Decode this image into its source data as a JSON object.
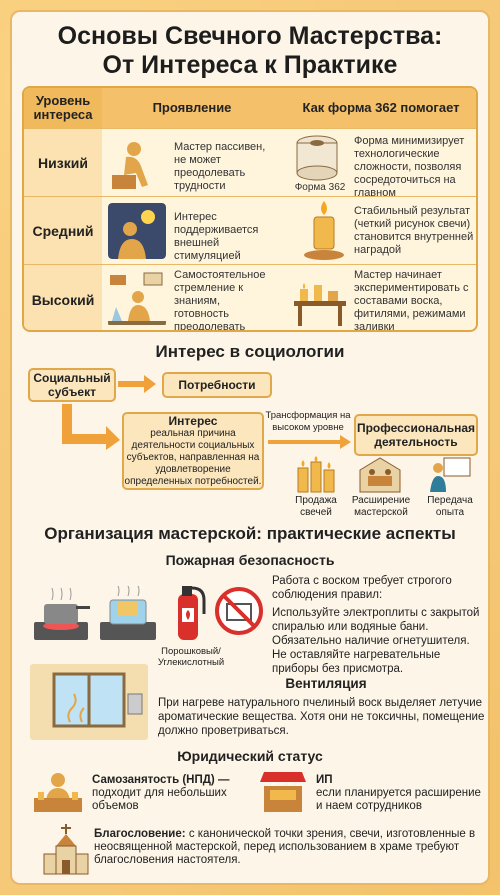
{
  "title_line1": "Основы Свечного Мастерства:",
  "title_line2": "От Интереса к Практике",
  "table": {
    "headers": [
      "Уровень интереса",
      "Проявление",
      "Как форма 362 помогает"
    ],
    "rows": [
      {
        "level": "Низкий",
        "manifest": "Мастер пассивен, не может преодолевать трудности",
        "help": "Форма минимизирует технологические сложности, позволяя сосредоточиться на главном",
        "caption": "Форма 362"
      },
      {
        "level": "Средний",
        "manifest": "Интерес поддерживается внешней стимуляцией",
        "help": "Стабильный результат (четкий рисунок свечи) становится внутренней наградой"
      },
      {
        "level": "Высокий",
        "manifest": "Самостоятельное стремление к знаниям, готовность преодолевать препятствия",
        "help": "Мастер начинает экспериментировать с составами воска, фитилями, режимами заливки"
      }
    ]
  },
  "sociology": {
    "heading": "Интерес в социологии",
    "subject": "Социальный субъект",
    "needs": "Потребности",
    "interest_title": "Интерес",
    "interest_text": "реальная причина деятельности социальных субъектов, направленная на удовлетворение определенных потребностей.",
    "transform": "Трансформация на высоком уровне",
    "professional": "Профессиональная деятельность",
    "outcomes": [
      "Продажа свечей",
      "Расширение мастерской",
      "Передача опыта"
    ]
  },
  "workshop": {
    "heading": "Организация мастерской: практические аспекты",
    "fire_heading": "Пожарная безопасность",
    "fire_intro": "Работа с воском требует строгого соблюдения правил:",
    "fire_text": "Используйте электроплиты с закрытой спиралью или водяные бани. Обязательно наличие огнетушителя. Не оставляйте нагревательные приборы без присмотра.",
    "extinguisher_caption": "Порошковый/ Углекислотный",
    "vent_heading": "Вентиляция",
    "vent_text": "При нагреве натурального пчелиный воск выделяет летучие ароматические вещества. Хотя они не токсичны, помещение должно проветриваться.",
    "legal_heading": "Юридический статус",
    "npd_bold": "Самозанятость (НПД) —",
    "npd_text": "подходит для небольших объемов",
    "ip_bold": "ИП",
    "ip_text": "если планируется расширение и наем сотрудников",
    "bless_bold": "Благословение:",
    "bless_text": "с канонической точки зрения, свечи, изготовленные в неосвященной мастерской, перед использованием в храме требуют благословения настоятеля."
  },
  "colors": {
    "accent": "#f4c06a",
    "border": "#e0a84a",
    "bg": "#fdf6e8"
  }
}
